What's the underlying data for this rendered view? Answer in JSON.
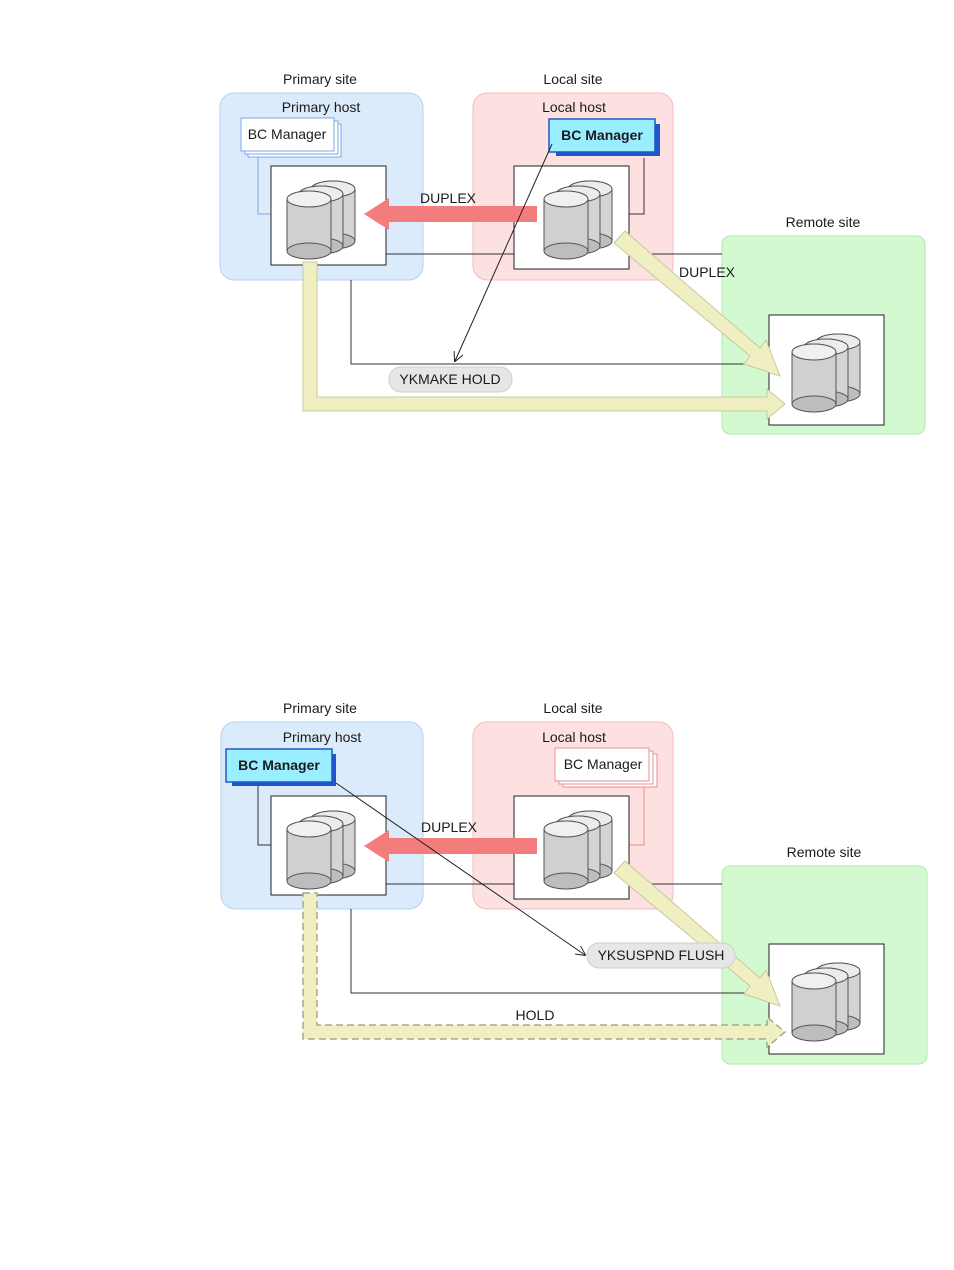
{
  "colors": {
    "primary_bg": "#dcebfb",
    "primary_border": "#b5d3f3",
    "local_bg": "#fde0e0",
    "local_border": "#f3bcbc",
    "remote_bg": "#d2f9cf",
    "remote_border": "#b2eaae",
    "duplex_arrow": "#f37c7c",
    "async_arrow": "#efefc2",
    "async_arrow_edge": "#c9c9a0",
    "bc_active_bg": "#99eeff",
    "bc_active_edge": "#2255cc"
  },
  "diagrams": [
    {
      "primary_site": "Primary site",
      "primary_host": "Primary host",
      "local_site": "Local site",
      "local_host": "Local host",
      "remote_site": "Remote site",
      "bc_manager_primary": "BC Manager",
      "bc_manager_local": "BC Manager",
      "active_bc_manager": "local",
      "duplex_label": "DUPLEX",
      "remote_link_label": "DUPLEX",
      "command": "YKMAKE HOLD",
      "primary_remote_link_state": "pending"
    },
    {
      "primary_site": "Primary site",
      "primary_host": "Primary host",
      "local_site": "Local site",
      "local_host": "Local host",
      "remote_site": "Remote site",
      "bc_manager_primary": "BC Manager",
      "bc_manager_local": "BC Manager",
      "active_bc_manager": "primary",
      "duplex_label": "DUPLEX",
      "command": "YKSUSPND FLUSH",
      "hold_label": "HOLD",
      "primary_remote_link_state": "HOLD"
    }
  ]
}
